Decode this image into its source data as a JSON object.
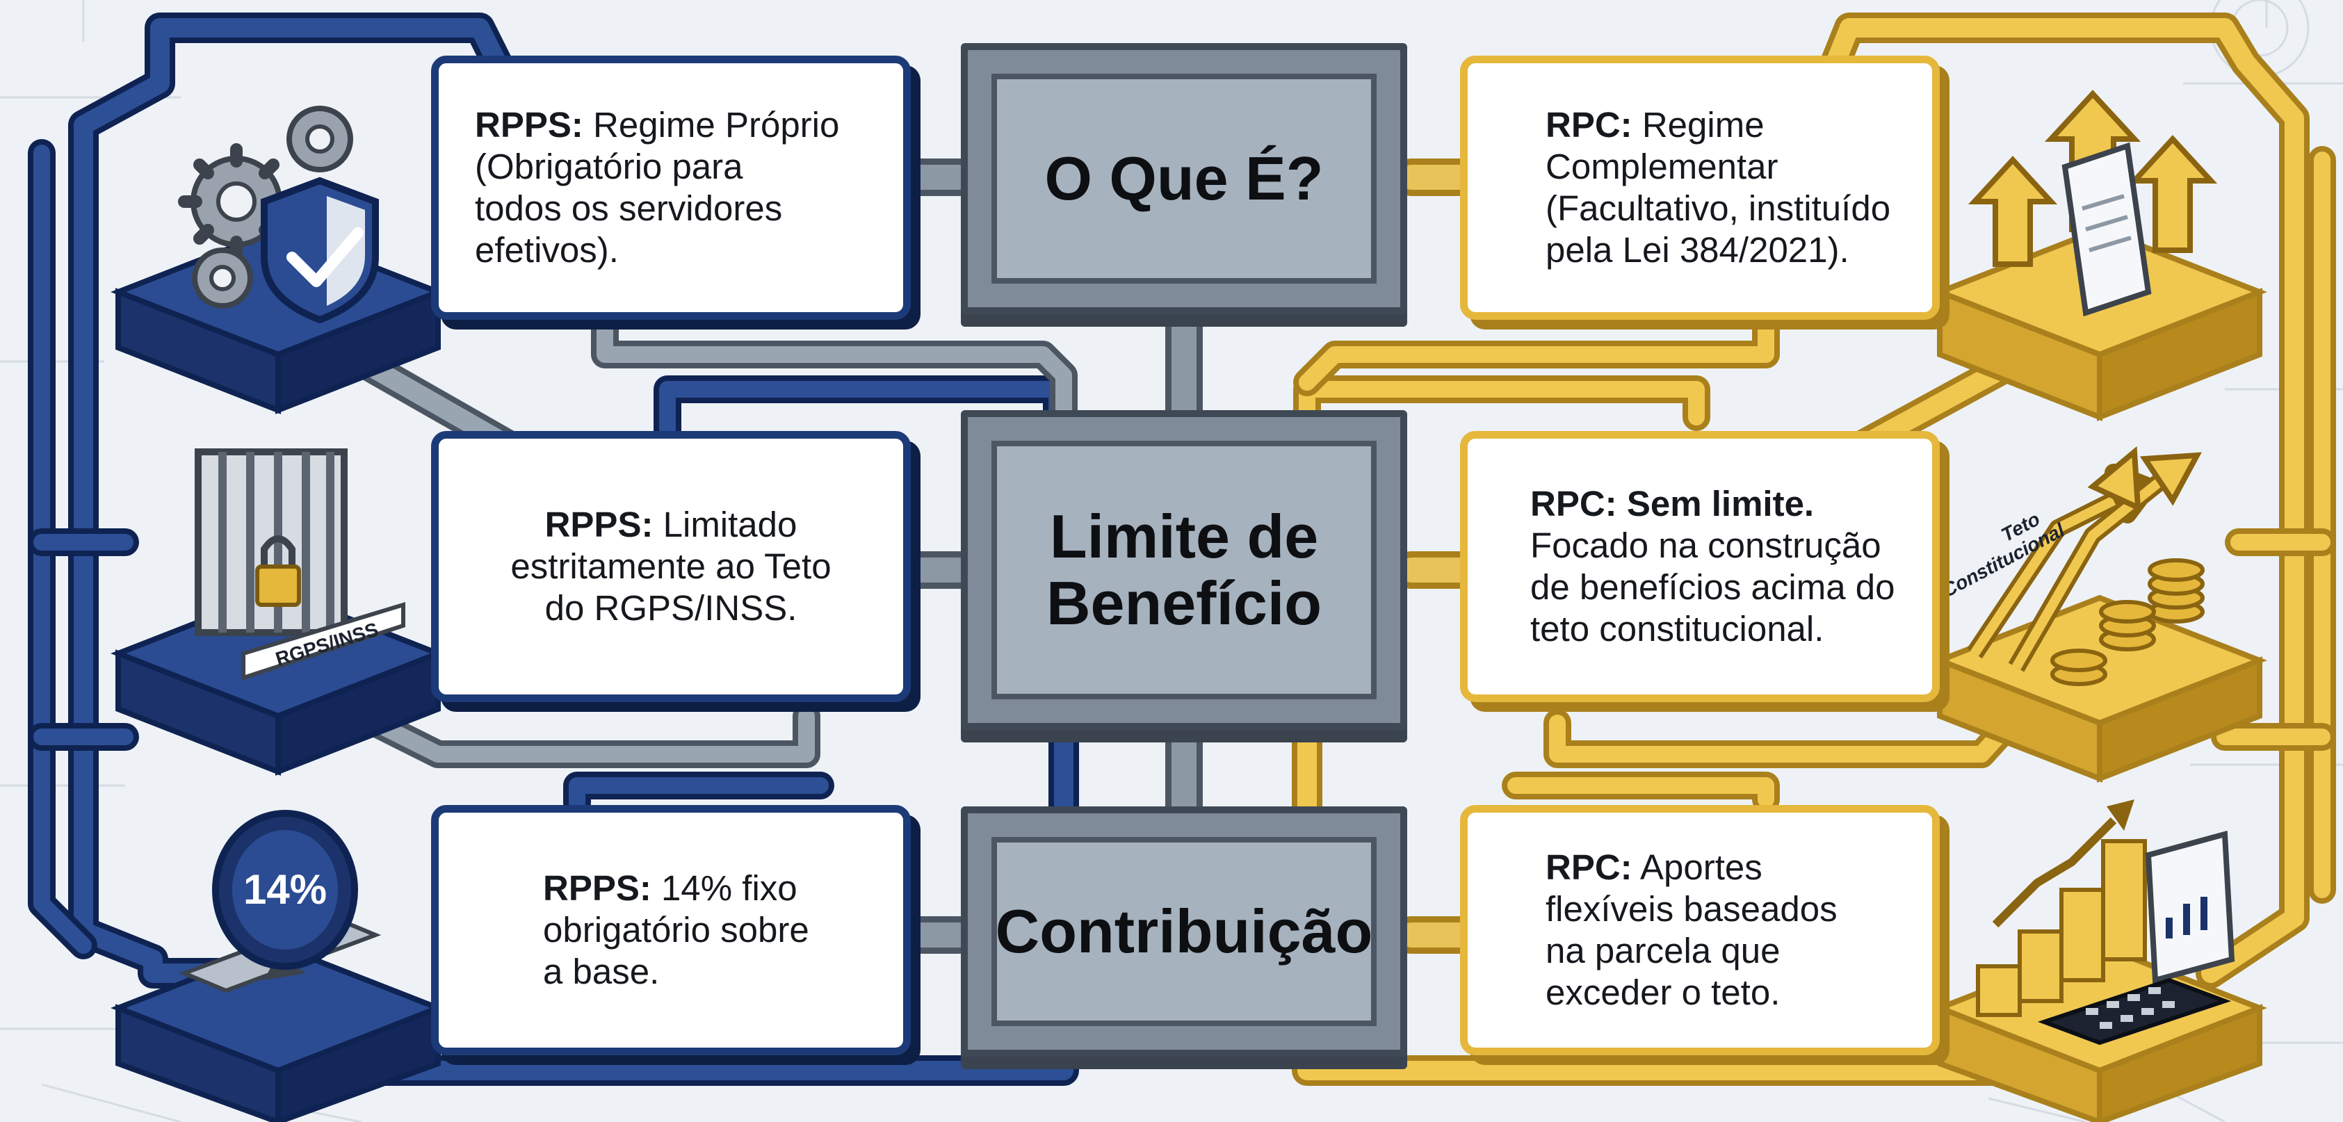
{
  "colors": {
    "rpps_accent": "#1d3a78",
    "rpc_accent": "#e5b73b",
    "center_box": "#a7b2bf",
    "background": "#eef2f6"
  },
  "center": {
    "what": [
      "O Que É?"
    ],
    "limit": [
      "Limite de",
      "Benefício"
    ],
    "contribution": [
      "Contribuição"
    ]
  },
  "rpps": {
    "what": {
      "label": "RPPS:",
      "lines": [
        "Regime Próprio",
        "(Obrigatório para",
        "todos os servidores",
        "efetivos)."
      ]
    },
    "limit": {
      "label": "RPPS:",
      "lines": [
        "Limitado",
        "estritamente ao Teto",
        "do RGPS/INSS."
      ]
    },
    "contribution": {
      "label": "RPPS:",
      "lines": [
        "14% fixo",
        "obrigatório sobre",
        "a base."
      ]
    }
  },
  "rpc": {
    "what": {
      "label": "RPC:",
      "lines": [
        "Regime",
        "Complementar",
        "(Facultativo, instituído",
        "pela Lei 384/2021)."
      ]
    },
    "limit": {
      "label": "RPC: Sem limite.",
      "lines": [
        "Focado na construção",
        "de benefícios acima do",
        "teto constitucional."
      ]
    },
    "contribution": {
      "label": "RPC:",
      "lines": [
        "Aportes",
        "flexíveis baseados",
        "na parcela que",
        "exceder o teto."
      ]
    }
  },
  "icons": {
    "gear_shield": "gear-shield-check-icon",
    "locked_gate": "locked-gate-icon",
    "gate_sign": "RGPS/INSS",
    "percent_disc": "percent-disc-icon",
    "percent_text": "14%",
    "arrows_document": "growth-arrows-document-icon",
    "rising_coins": "rising-arrows-coins-icon",
    "ceiling_label": "Teto Constitucional",
    "calculator_chart": "calculator-bar-chart-icon"
  }
}
